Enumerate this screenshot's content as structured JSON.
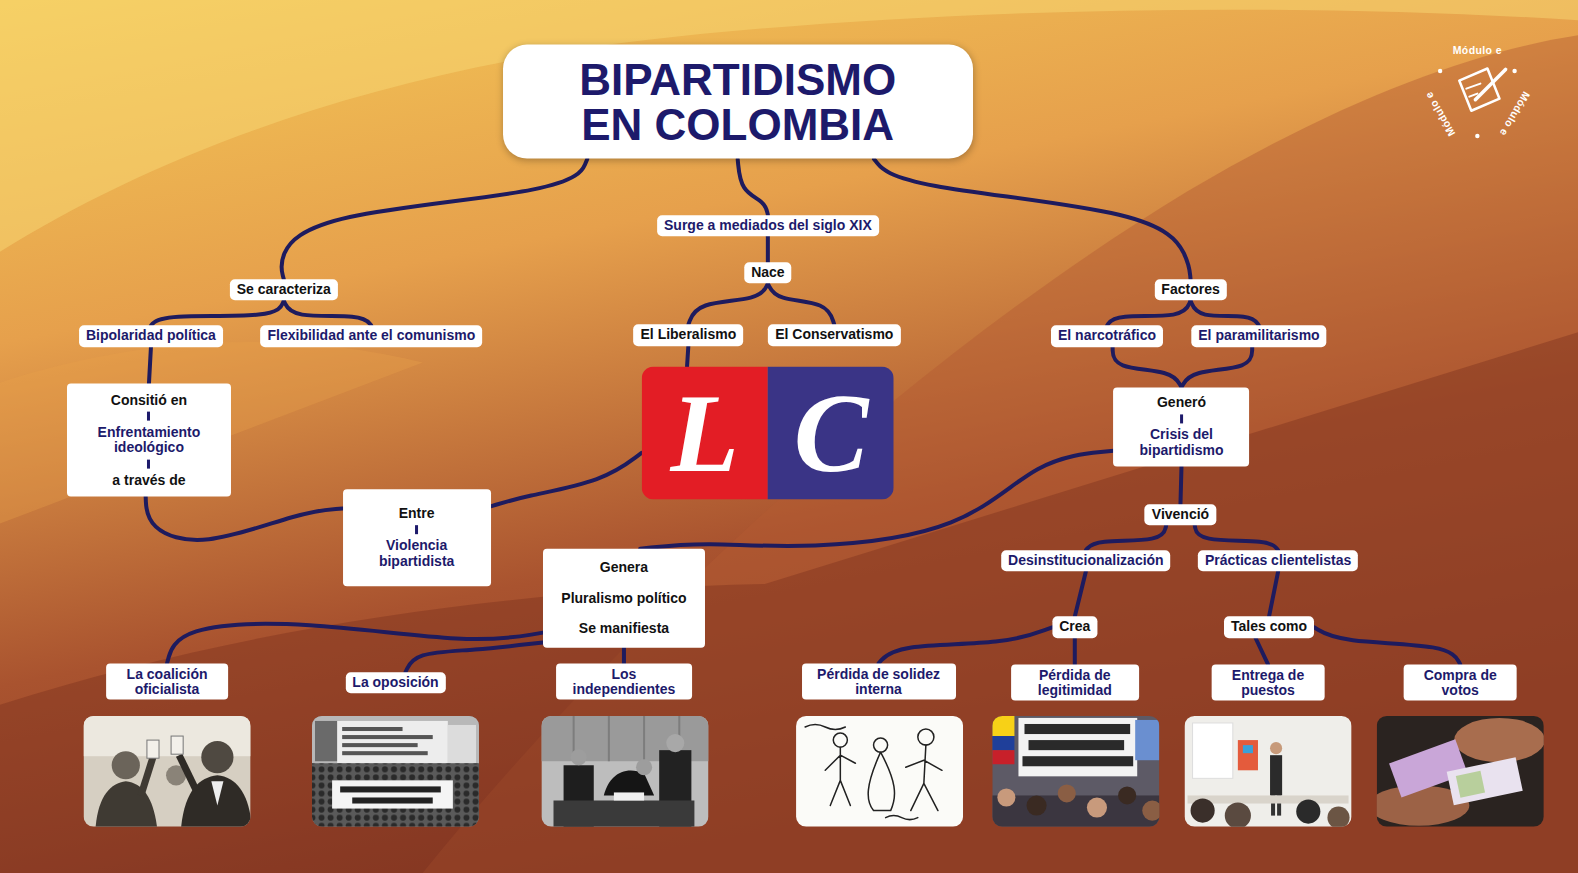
{
  "diagram": {
    "nodes": [
      {
        "text": [
          "BIPARTIDISMO EN COLOMBIA"
        ]
      },
      {
        "text": [
          "Se caracteriza"
        ]
      },
      {
        "text": [
          "Surge a mediados del siglo XIX"
        ]
      },
      {
        "text": [
          "Factores"
        ]
      },
      {
        "text": [
          "Bipolaridad política"
        ]
      },
      {
        "text": [
          "Flexibilidad ante el comunismo"
        ]
      },
      {
        "text": [
          "Nace"
        ]
      },
      {
        "text": [
          "El Liberalismo"
        ]
      },
      {
        "text": [
          "El Conservatismo"
        ]
      },
      {
        "text": [
          "El narcotráfico"
        ]
      },
      {
        "text": [
          "El paramilitarismo"
        ]
      },
      {
        "text": [
          "Consitió en",
          "Enfrentamiento ideológico",
          "a través de"
        ]
      },
      {
        "text": [
          "L",
          "C"
        ]
      },
      {
        "text": [
          "Generó",
          "Crisis del bipartidismo"
        ]
      },
      {
        "text": [
          "Entre",
          "Violencia bipartidista"
        ]
      },
      {
        "text": [
          "Vivenció"
        ]
      },
      {
        "text": [
          "Genera",
          "Pluralismo político",
          "Se manifiesta"
        ]
      },
      {
        "text": [
          "Desinstitucionalización"
        ]
      },
      {
        "text": [
          "Prácticas clientelistas"
        ]
      },
      {
        "text": [
          "Crea"
        ]
      },
      {
        "text": [
          "Tales como"
        ]
      },
      {
        "text": [
          "La coalición oficialista"
        ]
      },
      {
        "text": [
          "La oposición"
        ]
      },
      {
        "text": [
          "Los independientes"
        ]
      },
      {
        "text": [
          "Pérdida de solidez interna"
        ]
      },
      {
        "text": [
          "Pérdida de legitimidad"
        ]
      },
      {
        "text": [
          "Entrega de puestos"
        ]
      },
      {
        "text": [
          "Compra de votos"
        ]
      }
    ],
    "edges": [
      {
        "from": 0,
        "to": 1,
        "arrow": "none"
      },
      {
        "from": 0,
        "to": 2,
        "arrow": "none"
      },
      {
        "from": 0,
        "to": 3,
        "arrow": "none"
      },
      {
        "from": 1,
        "to": 4,
        "arrow": "none"
      },
      {
        "from": 1,
        "to": 5,
        "arrow": "none"
      },
      {
        "from": 2,
        "to": 6,
        "arrow": "none"
      },
      {
        "from": 6,
        "to": 7,
        "arrow": "none"
      },
      {
        "from": 6,
        "to": 8,
        "arrow": "none"
      },
      {
        "from": 3,
        "to": 9,
        "arrow": "none"
      },
      {
        "from": 3,
        "to": 10,
        "arrow": "none"
      },
      {
        "from": 4,
        "to": 11,
        "arrow": "none"
      },
      {
        "from": 7,
        "to": 12,
        "arrow": "none"
      },
      {
        "from": 12,
        "to": 14,
        "arrow": "none"
      },
      {
        "from": 11,
        "to": 14,
        "arrow": "none"
      },
      {
        "from": 9,
        "to": 13,
        "arrow": "none"
      },
      {
        "from": 10,
        "to": 13,
        "arrow": "none"
      },
      {
        "from": 13,
        "to": 15,
        "arrow": "none"
      },
      {
        "from": 13,
        "to": 16,
        "arrow": "none"
      },
      {
        "from": 15,
        "to": 17,
        "arrow": "none"
      },
      {
        "from": 15,
        "to": 18,
        "arrow": "none"
      },
      {
        "from": 16,
        "to": 21,
        "arrow": "none"
      },
      {
        "from": 16,
        "to": 22,
        "arrow": "none"
      },
      {
        "from": 16,
        "to": 23,
        "arrow": "none"
      },
      {
        "from": 17,
        "to": 19,
        "arrow": "none"
      },
      {
        "from": 18,
        "to": 20,
        "arrow": "none"
      },
      {
        "from": 19,
        "to": 24,
        "arrow": "none"
      },
      {
        "from": 19,
        "to": 25,
        "arrow": "none"
      },
      {
        "from": 20,
        "to": 26,
        "arrow": "none"
      },
      {
        "from": 20,
        "to": 27,
        "arrow": "none"
      }
    ],
    "labels": [
      "Módulo e",
      "Módulo e",
      "Módulo e"
    ]
  }
}
